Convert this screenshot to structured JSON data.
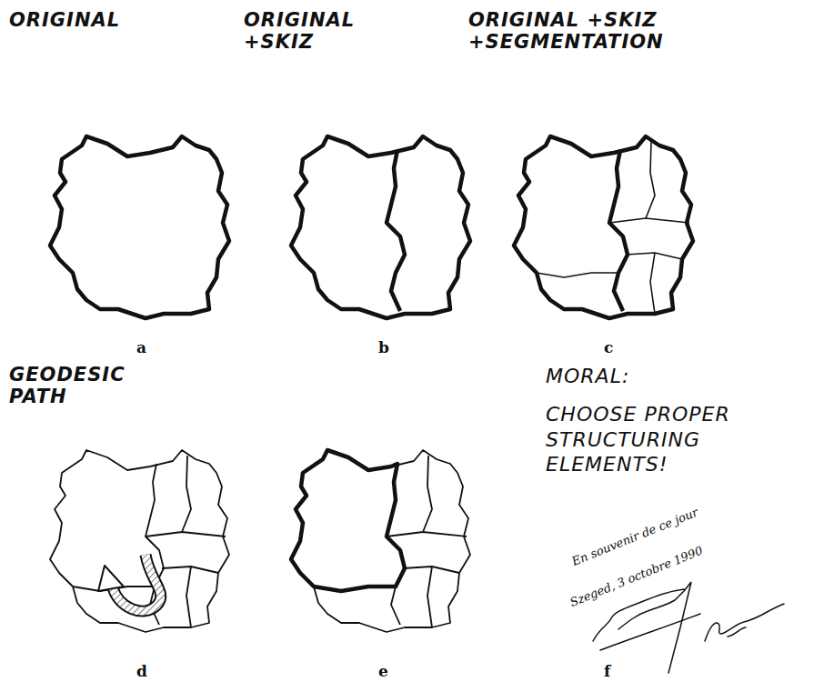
{
  "diagram": {
    "labels": [
      "ORIGINAL",
      "a",
      "ORIGINAL +SKIZ",
      "b",
      "ORIGINAL +SKIZ +SEGMENTATION",
      "c",
      "GEODESIC PATH",
      "d",
      "e",
      "MORAL:",
      "CHOOSE PROPER STRUCTURING ELEMENTS!",
      "En souvenir de ce jour",
      "Szeged, 3 octobre 1990",
      "f"
    ]
  }
}
